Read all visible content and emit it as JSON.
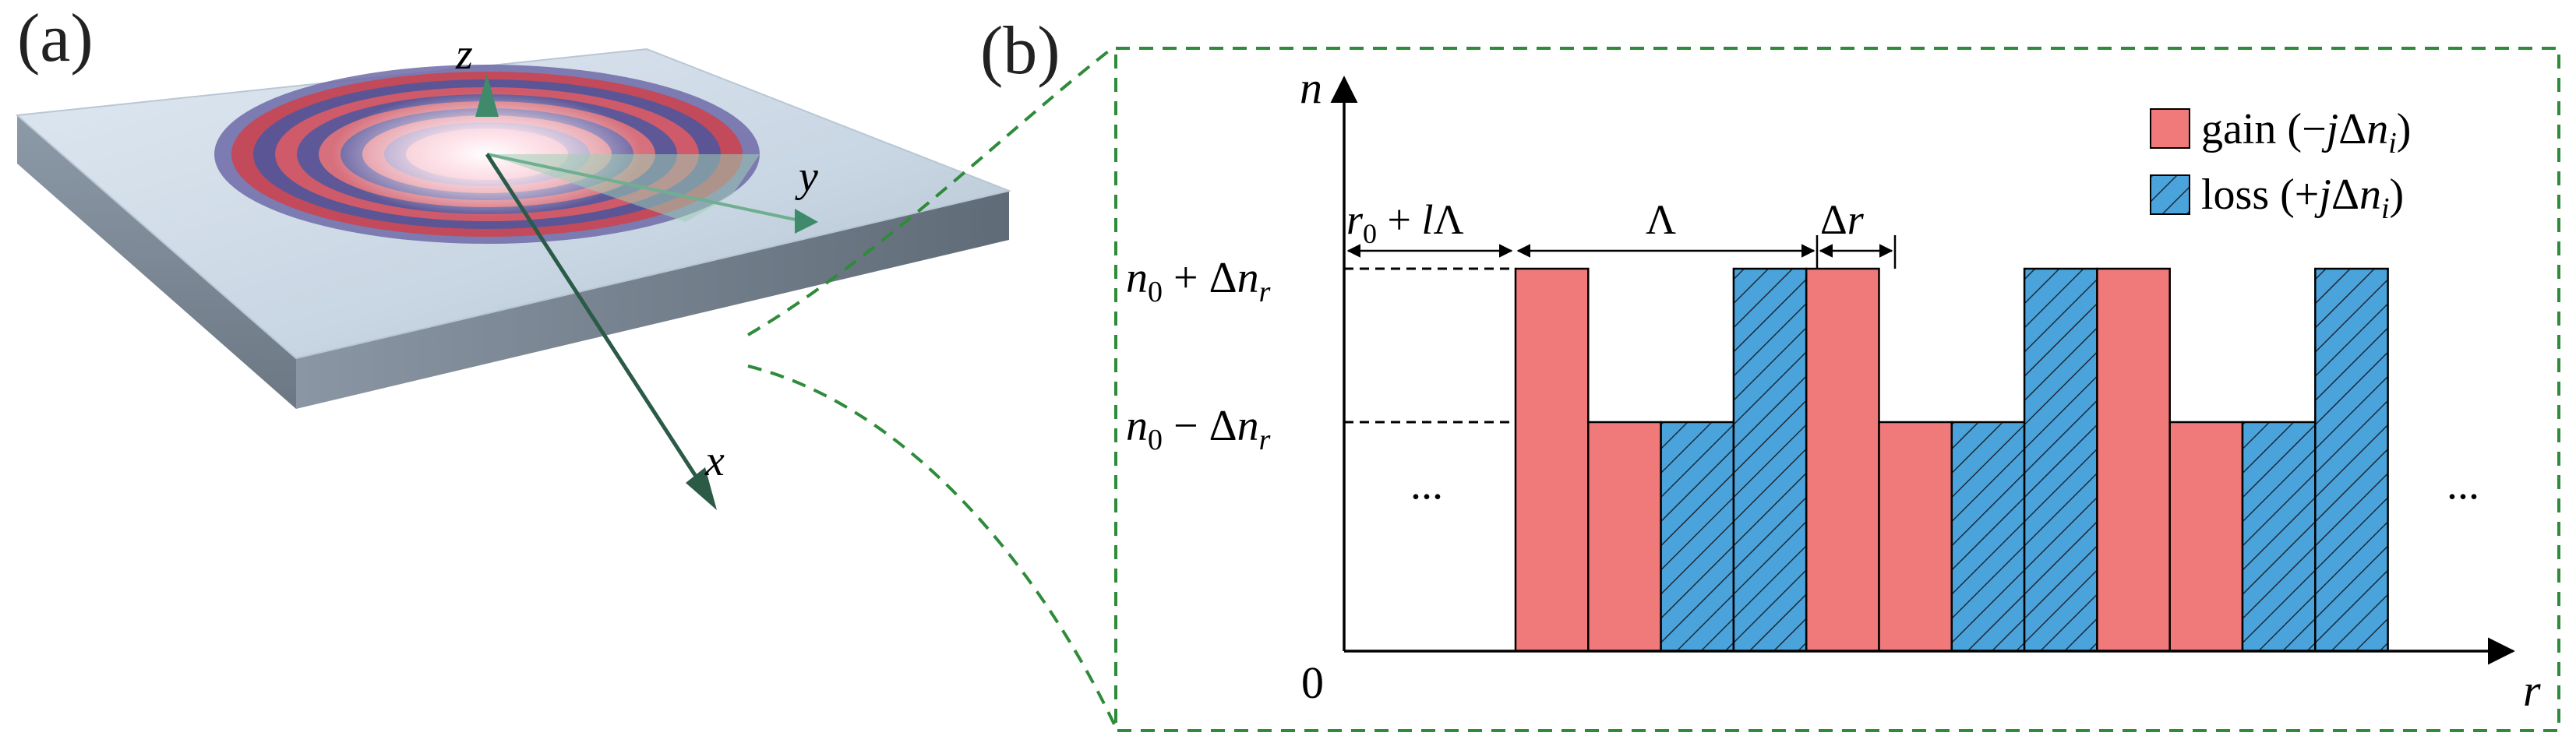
{
  "panel_a": {
    "label": "(a)",
    "axes": {
      "z": "z",
      "y": "y",
      "x": "x"
    }
  },
  "panel_b": {
    "label": "(b)",
    "axis": {
      "y": "n",
      "x": "r",
      "origin": "0"
    },
    "levels": {
      "high": {
        "base": "n",
        "sub": "0",
        "op": " + Δ",
        "var": "n",
        "varsub": "r"
      },
      "low": {
        "base": "n",
        "sub": "0",
        "op": " − Δ",
        "var": "n",
        "varsub": "r"
      }
    },
    "dims": {
      "offset": {
        "r": "r",
        "sub": "0",
        "rest": " + ",
        "l": "l",
        "tail": "Λ"
      },
      "period": "Λ",
      "width": {
        "d": "Δ",
        "r": "r"
      }
    },
    "ellipsis_left": "...",
    "ellipsis_right": "...",
    "legend": {
      "gain": {
        "word": "gain (−",
        "j": "j",
        "d": "Δ",
        "n": "n",
        "sub": "i",
        "close": ")"
      },
      "loss": {
        "word": "loss (+",
        "j": "j",
        "d": "Δ",
        "n": "n",
        "sub": "i",
        "close": ")"
      }
    },
    "bars": [
      {
        "kind": "gain",
        "level": "high"
      },
      {
        "kind": "gain",
        "level": "low"
      },
      {
        "kind": "loss",
        "level": "low"
      },
      {
        "kind": "loss",
        "level": "high"
      },
      {
        "kind": "gain",
        "level": "high"
      },
      {
        "kind": "gain",
        "level": "low"
      },
      {
        "kind": "loss",
        "level": "low"
      },
      {
        "kind": "loss",
        "level": "high"
      },
      {
        "kind": "gain",
        "level": "high"
      },
      {
        "kind": "gain",
        "level": "low"
      },
      {
        "kind": "loss",
        "level": "low"
      },
      {
        "kind": "loss",
        "level": "high"
      }
    ],
    "colors": {
      "gain": "#f07a7a",
      "loss": "#4aa3da",
      "hatch": "#1d2a3a",
      "frame": "#2e8b3a"
    }
  }
}
